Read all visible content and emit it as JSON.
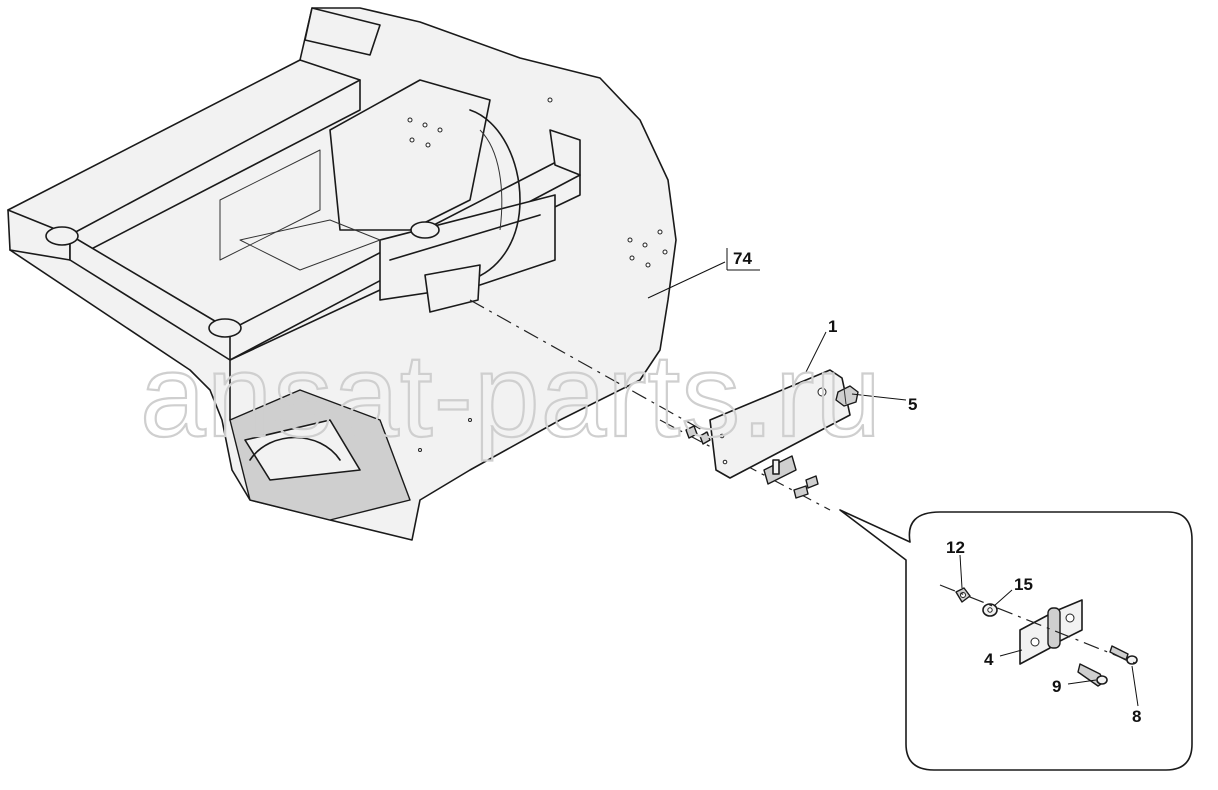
{
  "diagram": {
    "watermark": "ansat-parts.ru",
    "callouts": {
      "main_frame": "74",
      "panel": "1",
      "latch": "5",
      "nut": "12",
      "washer": "15",
      "hinge": "4",
      "screw": "9",
      "bolt_washer": "8"
    }
  }
}
